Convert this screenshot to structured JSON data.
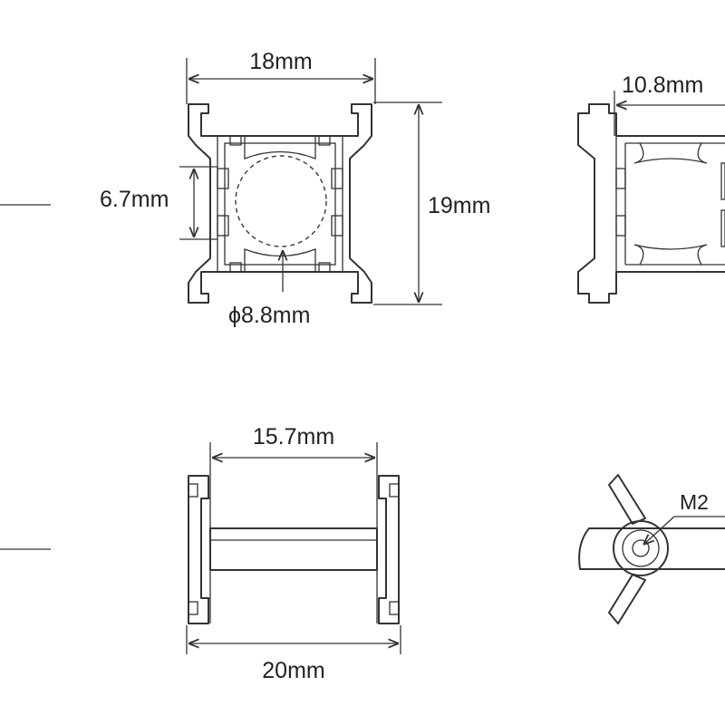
{
  "dimensions": {
    "top_width": "18mm",
    "bore_height": "6.7mm",
    "top_height": "19mm",
    "bore_diameter": "ϕ8.8mm",
    "side_width": "10.8mm",
    "inner_width": "15.7mm",
    "bottom_width": "20mm",
    "screw": "M2"
  },
  "colors": {
    "line": "#333333",
    "background": "#ffffff"
  }
}
